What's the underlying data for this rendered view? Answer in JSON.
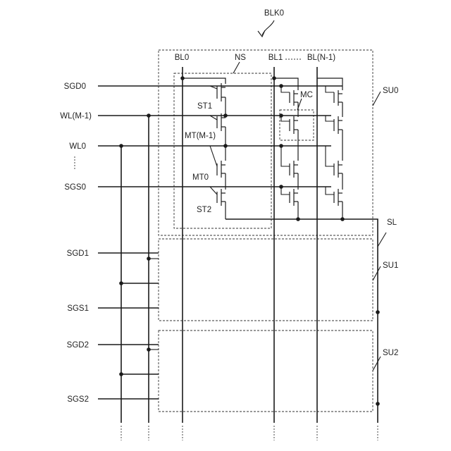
{
  "labels": {
    "blk": "BLK0",
    "bl0": "BL0",
    "ns": "NS",
    "bl1": "BL1",
    "bln": "BL(N-1)",
    "mc": "MC",
    "su0": "SU0",
    "su1": "SU1",
    "su2": "SU2",
    "sl": "SL",
    "st1": "ST1",
    "mtm": "MT(M-1)",
    "mt0": "MT0",
    "st2": "ST2"
  },
  "rows": {
    "sgd0": "SGD0",
    "wlm": "WL(M-1)",
    "wl0": "WL0",
    "sgs0": "SGS0",
    "sgd1": "SGD1",
    "sgs1": "SGS1",
    "sgd2": "SGD2",
    "sgs2": "SGS2"
  }
}
